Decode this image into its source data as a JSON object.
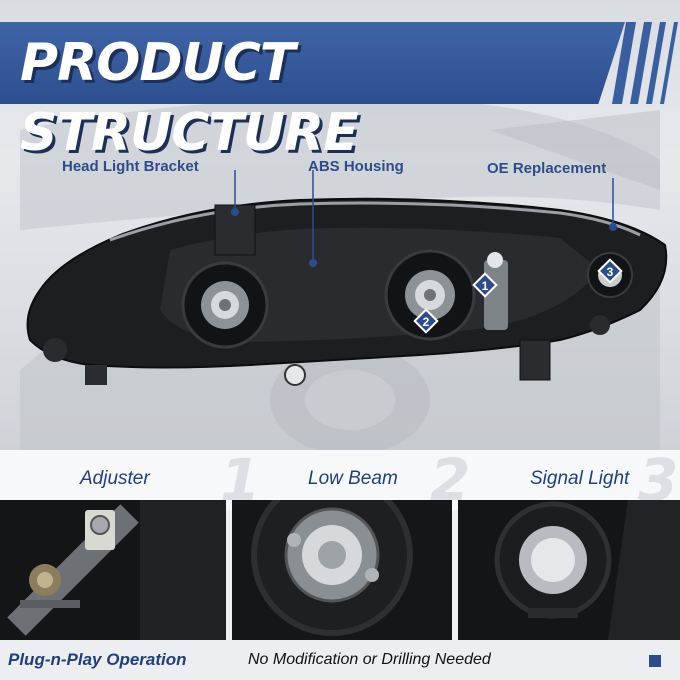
{
  "title": "PRODUCT STRUCTURE",
  "callouts": {
    "bracket": "Head Light Bracket",
    "housing": "ABS Housing",
    "oe": "OE Replacement"
  },
  "markers": [
    "1",
    "2",
    "3"
  ],
  "features": [
    {
      "label": "Adjuster",
      "number": "1"
    },
    {
      "label": "Low Beam",
      "number": "2"
    },
    {
      "label": "Signal Light",
      "number": "3"
    }
  ],
  "footer": {
    "primary": "Plug-n-Play Operation",
    "secondary": "No Modification or Drilling Needed"
  },
  "colors": {
    "brand_blue": "#2c4c8c",
    "banner_blue": "#3a5fa0",
    "housing_black": "#1d1e20"
  },
  "icons": [
    "diamond-marker-icon",
    "callout-dot-icon",
    "square-bullet-icon"
  ]
}
